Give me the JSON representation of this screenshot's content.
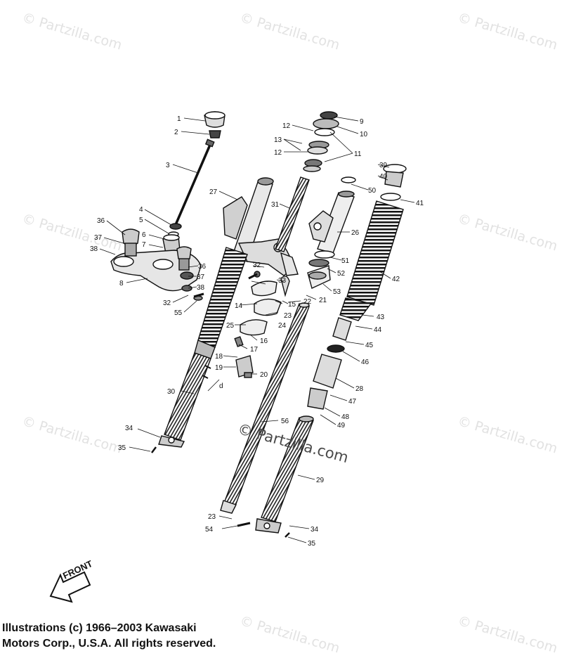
{
  "watermark": {
    "text": "© Partzilla.com",
    "center_text": "© Partzilla.com"
  },
  "front_label": "FRONT",
  "copyright": {
    "line1": "Illustrations (c) 1966–2003 Kawasaki",
    "line2": "Motors Corp., U.S.A.  All rights reserved."
  },
  "callouts": {
    "n1": "1",
    "n2": "2",
    "n3": "3",
    "n4": "4",
    "n5": "5",
    "n6": "6",
    "n7": "7",
    "n8": "8",
    "n9": "9",
    "n10": "10",
    "n11": "11",
    "n12a": "12",
    "n12b": "12",
    "n13": "13",
    "n14": "14",
    "n15": "15",
    "n16": "16",
    "n17": "17",
    "n18": "18",
    "n19": "19",
    "n20": "20",
    "n21": "21",
    "n22": "22",
    "n23a": "23",
    "n23b": "23",
    "n24": "24",
    "n25": "25",
    "n26": "26",
    "n27": "27",
    "n28": "28",
    "n29": "29",
    "n30": "30",
    "n31": "31",
    "n32a": "32",
    "n32b": "32",
    "n33": "33",
    "n34a": "34",
    "n34b": "34",
    "n35a": "35",
    "n35b": "35",
    "n36a": "36",
    "n36b": "36",
    "n37a": "37",
    "n37b": "37",
    "n38a": "38",
    "n38b": "38",
    "n39": "39",
    "n40": "40",
    "n41": "41",
    "n42": "42",
    "n43": "43",
    "n44": "44",
    "n45": "45",
    "n46": "46",
    "n47": "47",
    "n48": "48",
    "n49": "49",
    "n50": "50",
    "n51": "51",
    "n52": "52",
    "n53": "53",
    "n54": "54",
    "n55": "55",
    "n56": "56",
    "d": "d"
  }
}
